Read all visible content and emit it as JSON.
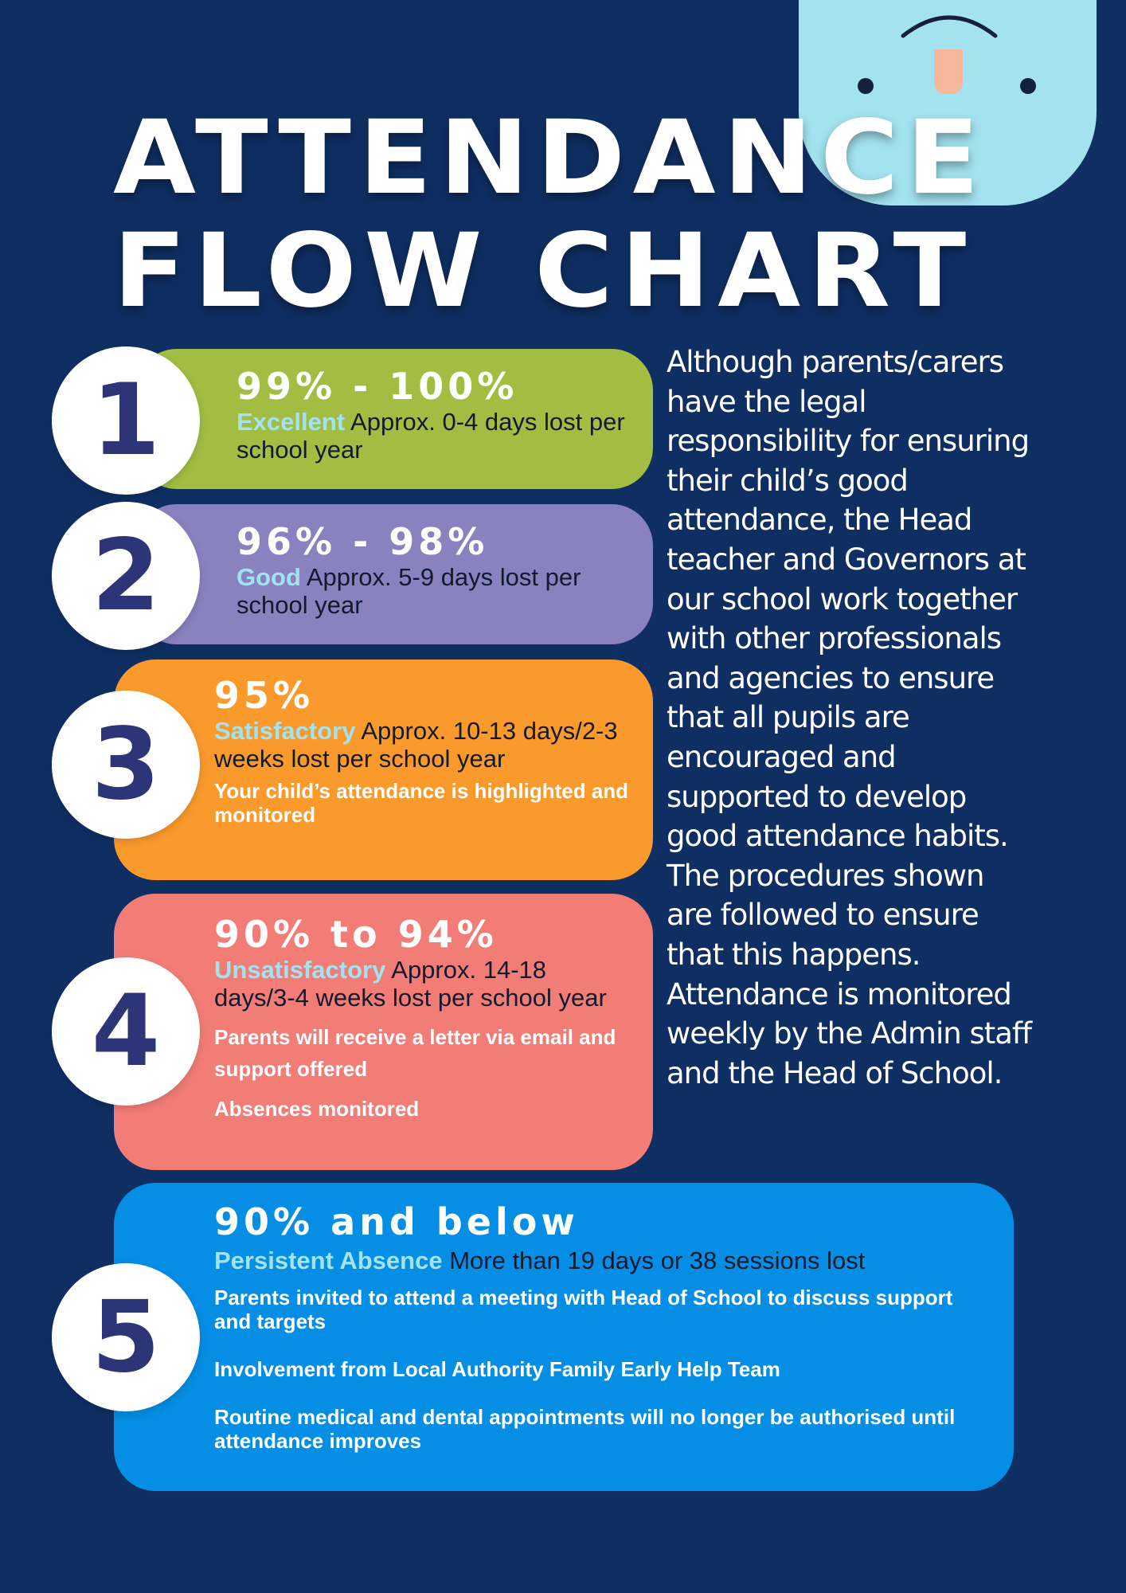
{
  "title": {
    "line1": "ATTENDANCE",
    "line2": "FLOW CHART"
  },
  "intro": "Although parents/carers have the legal responsibility for ensuring their child’s good attendance, the Head teacher and Governors at our school work together with other professionals and agencies to ensure that all pupils are encouraged and supported to develop good attendance habits. The procedures shown are followed to ensure that this happens. Attendance is monitored weekly by the Admin staff and the Head of School.",
  "levels": [
    {
      "number": "1",
      "range": "99% - 100%",
      "rating": "Excellent",
      "description": "Approx. 0-4 days lost per school year",
      "color": "#a3bd42",
      "notes": []
    },
    {
      "number": "2",
      "range": "96% - 98%",
      "rating": "Good",
      "description": "Approx. 5-9 days lost per school year",
      "color": "#8982be",
      "notes": []
    },
    {
      "number": "3",
      "range": "95%",
      "rating": "Satisfactory",
      "description": "Approx. 10-13 days/2-3 weeks lost per school year",
      "color": "#fa9a2c",
      "notes": [
        "Your child’s attendance is highlighted and monitored"
      ]
    },
    {
      "number": "4",
      "range": "90% to 94%",
      "rating": "Unsatisfactory",
      "description": "Approx. 14-18 days/3-4 weeks lost per school year",
      "color": "#f27d76",
      "notes": [
        "Parents will receive a letter via email and support offered",
        "Absences monitored"
      ]
    },
    {
      "number": "5",
      "range": "90% and below",
      "rating": "Persistent Absence",
      "description": "More than 19 days or 38 sessions lost",
      "color": "#058ee4",
      "notes": [
        "Parents invited to attend a meeting with Head of School to discuss support and targets",
        "Involvement from Local Authority Family Early Help Team",
        "Routine medical and dental appointments will no longer be authorised until attendance improves"
      ]
    }
  ],
  "colors": {
    "background": "#0f2f63",
    "rating_text": "#a2e3ef",
    "number_text": "#2e3478",
    "ghost": "#a2e3ef"
  }
}
